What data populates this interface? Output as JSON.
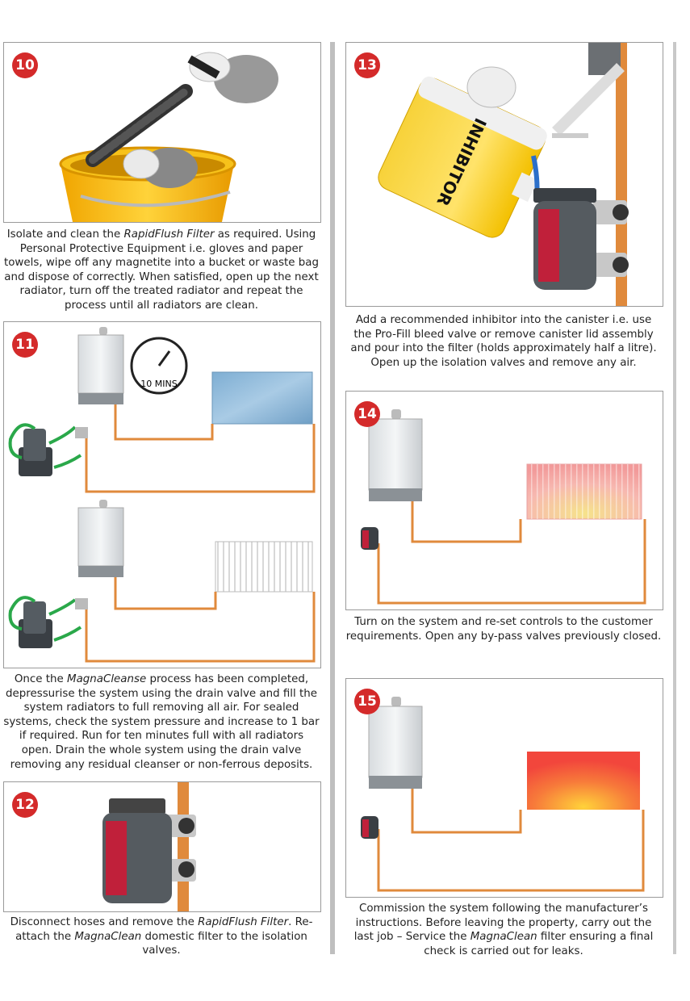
{
  "steps": [
    {
      "number": "10",
      "caption": [
        {
          "t": "Isolate and clean the "
        },
        {
          "i": "RapidFlush Filter"
        },
        {
          "t": " as required. Using Personal Protective Equipment i.e. gloves and paper towels, wipe off any magnetite into a bucket or waste bag and dispose of correctly. When satisfied, open up the next radiator, turn off the treated radiator and repeat the process until all radiators are clean."
        }
      ]
    },
    {
      "number": "11",
      "timer_label": "10 MINS",
      "caption": [
        {
          "t": "Once the "
        },
        {
          "i": "MagnaCleanse"
        },
        {
          "t": " process has been completed, depressurise the system using the drain valve and fill the system radiators to full removing all air. For sealed systems, check the system pressure and increase to 1 bar if required.  Run for ten minutes full with all radiators open. Drain the whole system using the drain valve removing any residual cleanser or non-ferrous deposits."
        }
      ]
    },
    {
      "number": "12",
      "caption": [
        {
          "t": "Disconnect hoses and remove the "
        },
        {
          "i": "RapidFlush Filter"
        },
        {
          "t": ". Re-attach the "
        },
        {
          "i": "MagnaClean"
        },
        {
          "t": " domestic filter to the isolation valves."
        }
      ]
    },
    {
      "number": "13",
      "bottle_label": "INHIBITOR",
      "caption": [
        {
          "t": "Add a recommended inhibitor into the canister i.e. use the Pro-Fill bleed valve or remove canister lid assembly and pour into the filter (holds approximately half a litre). Open up the isolation valves and remove any air."
        }
      ]
    },
    {
      "number": "14",
      "caption": [
        {
          "t": "Turn on the system and re-set controls to the customer requirements. Open any by-pass valves previously closed."
        }
      ]
    },
    {
      "number": "15",
      "caption": [
        {
          "t": "Commission the system following the manufacturer’s instructions. Before leaving the property, carry out the last job – Service the "
        },
        {
          "i": "MagnaClean"
        },
        {
          "t": " filter ensuring a final check is carried out for leaks."
        }
      ]
    }
  ],
  "colors": {
    "badge": "#d42a2a",
    "pipe": "#e08a3c",
    "hose": "#2aa84a",
    "bucket": "#f5c21a",
    "filter_red": "#c0203a",
    "radiator_cold": "#8fb8da",
    "radiator_warm": "#f4a0a0",
    "radiator_hot": "#f25a3c"
  }
}
